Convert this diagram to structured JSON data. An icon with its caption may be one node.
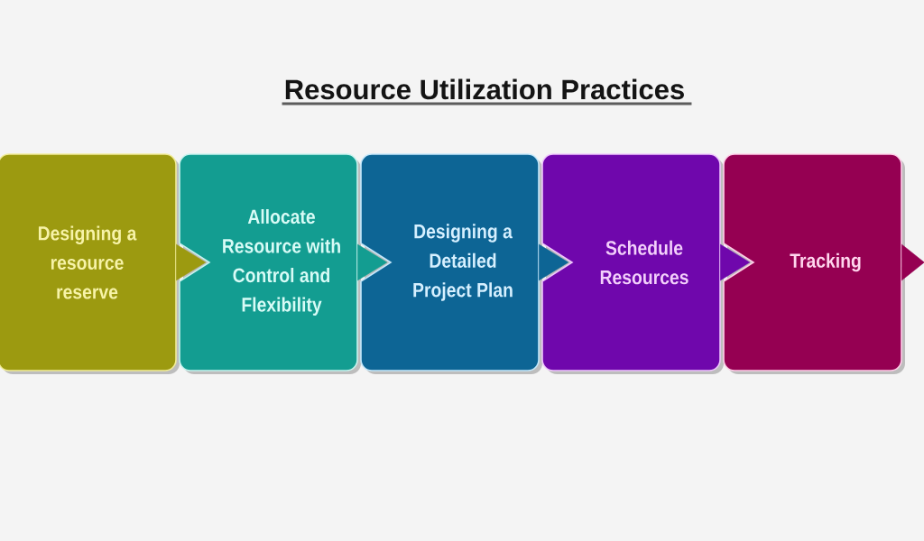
{
  "diagram": {
    "title": "Resource Utilization Practices",
    "nodes": [
      {
        "text": [
          "Designing a resource reserve"
        ]
      },
      {
        "text": [
          "Allocate Resource with Control and Flexibility"
        ]
      },
      {
        "text": [
          "Designing a Detailed Project Plan"
        ]
      },
      {
        "text": [
          "Schedule Resources"
        ]
      },
      {
        "text": [
          "Tracking"
        ]
      }
    ],
    "edges": [
      {
        "from": 0,
        "to": 1,
        "arrow": "to",
        "color": "#9c9a10"
      },
      {
        "from": 1,
        "to": 2,
        "arrow": "to",
        "color": "#139d91"
      },
      {
        "from": 2,
        "to": 3,
        "arrow": "to",
        "color": "#0d6595"
      },
      {
        "from": 3,
        "to": 4,
        "arrow": "to",
        "color": "#6f07ac"
      },
      {
        "from": 4,
        "to": null,
        "arrow": "to",
        "color": "#950052"
      }
    ]
  }
}
